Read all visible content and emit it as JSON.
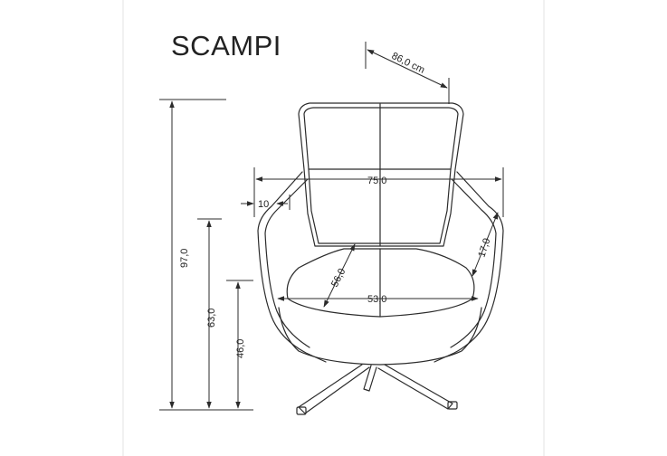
{
  "product": {
    "name": "SCAMPI"
  },
  "dimensions": {
    "depth": "86,0 cm",
    "width": "75,0",
    "arm": "10",
    "height_total": "97,0",
    "height_arm": "63,0",
    "height_seat": "46,0",
    "seat_depth": "56,0",
    "seat_width": "53,0",
    "armrest_height": "17,0"
  },
  "colors": {
    "line": "#2b2b2b",
    "frame": "#e3e3e3"
  }
}
